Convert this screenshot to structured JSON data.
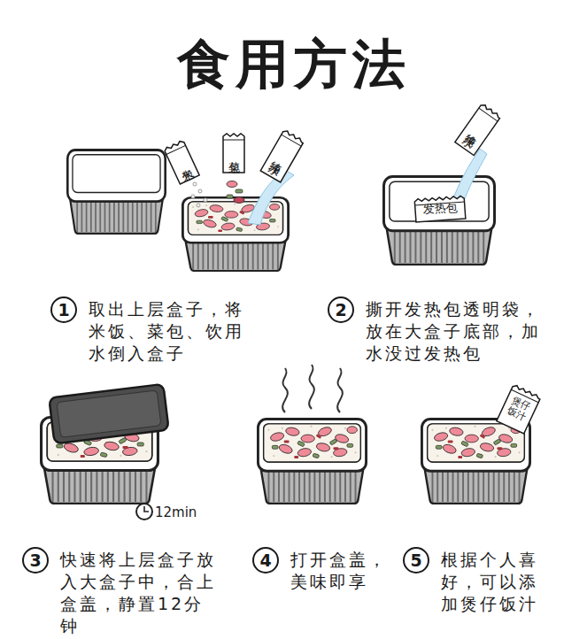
{
  "diagram": {
    "title": "食用方法",
    "nodes": [
      {
        "text": [
          "米包"
        ]
      },
      {
        "text": [
          "菜包"
        ]
      },
      {
        "text": [
          "纯净水"
        ]
      },
      {
        "text": [
          "纯净水"
        ]
      },
      {
        "text": [
          "发热包"
        ]
      },
      {
        "text": [
          "1",
          "取出上层盒子，将米饭、菜包、饮用水倒入盒子"
        ]
      },
      {
        "text": [
          "2",
          "撕开发热包透明袋，放在大盒子底部，加水没过发热包"
        ]
      },
      {
        "text": [
          "煲仔饭汁"
        ]
      },
      {
        "text": [
          "3",
          "快速将上层盒子放入大盒子中，合上盒盖，静置12分钟"
        ]
      },
      {
        "text": [
          "4",
          "打开盒盖，美味即享"
        ]
      },
      {
        "text": [
          "5",
          "根据个人喜好，可以添加煲仔饭汁"
        ]
      }
    ],
    "labels": [
      "12min"
    ]
  }
}
